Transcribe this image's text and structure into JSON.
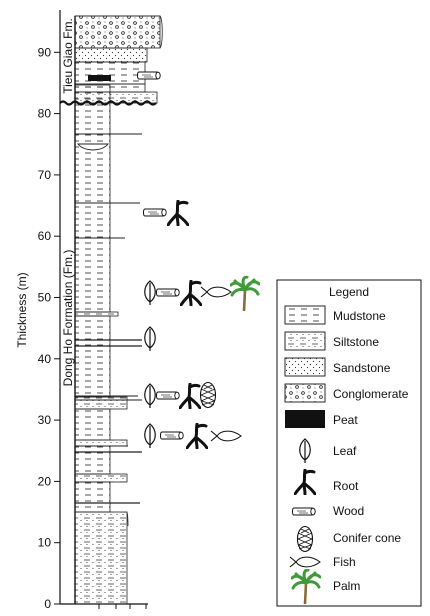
{
  "axis": {
    "label": "Thickness (m)",
    "ticks": [
      "0",
      "10",
      "20",
      "30",
      "40",
      "50",
      "60",
      "70",
      "80",
      "90"
    ]
  },
  "formations": {
    "upper": "Tieu Giao Fm.",
    "lower": "Dong Ho Formation (Fm.)"
  },
  "legend": {
    "title": "Legend",
    "items": [
      {
        "key": "mudstone",
        "label": "Mudstone"
      },
      {
        "key": "siltstone",
        "label": "Siltstone"
      },
      {
        "key": "sandstone",
        "label": "Sandstone"
      },
      {
        "key": "conglomerate",
        "label": "Conglomerate"
      },
      {
        "key": "peat",
        "label": "Peat"
      },
      {
        "key": "leaf",
        "label": "Leaf"
      },
      {
        "key": "root",
        "label": "Root"
      },
      {
        "key": "wood",
        "label": "Wood"
      },
      {
        "key": "conifer",
        "label": "Conifer cone"
      },
      {
        "key": "fish",
        "label": "Fish"
      },
      {
        "key": "palm",
        "label": "Palm"
      }
    ]
  },
  "colors": {
    "ink": "#111111",
    "palm": "#3f9a3a",
    "trunk": "#8a6a3a"
  }
}
